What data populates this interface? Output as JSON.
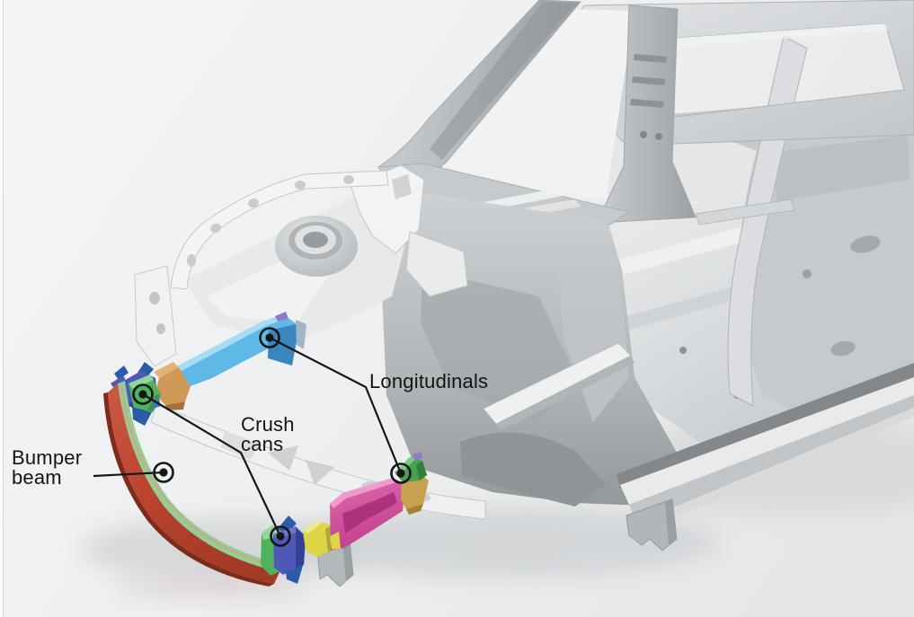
{
  "figure": {
    "description": "Car body-in-white with highlighted front crash structure",
    "background_color": "#eef0f1"
  },
  "annotations": {
    "longitudinals": {
      "label": "Longitudinals"
    },
    "crush_cans": {
      "line1": "Crush",
      "line2": "cans"
    },
    "bumper_beam": {
      "line1": "Bumper",
      "line2": "beam"
    }
  },
  "marker": {
    "color": "#161616"
  },
  "part_colors": {
    "bumper_beam_red": "#c04b36",
    "bumper_beam_dark_edge": "#7e2a1c",
    "bumper_beam_green_strip": "#8ed095",
    "crush_can_indigo": "#4f58b6",
    "crush_can_indigo_dark": "#363f96",
    "crush_can_fin_blue": "#2b5ca8",
    "mount_plate_green": "#4fb25d",
    "mount_plate_green_light": "#8fd79a",
    "mount_plate_green_dark": "#3e9150",
    "longitudinal_left_cyan": "#5fb9e6",
    "longitudinal_left_cyan_side": "#3a86bd",
    "longitudinal_left_cyan_light": "#a8dcf2",
    "longitudinal_section_orange": "#cf9a58",
    "longitudinal_section_orange_light": "#e2b277",
    "longitudinal_section_orange_dark": "#a8713a",
    "longitudinal_right_magenta": "#d94f9f",
    "longitudinal_right_magenta_dark": "#a82c77",
    "longitudinal_right_magenta_light": "#ef9ccd",
    "longitudinal_gold": "#c8a14e",
    "longitudinal_cap_green": "#46a252",
    "bracket_yellow": "#dcd544",
    "bracket_yellow_dark": "#b3a93a",
    "tip_purple": "#8f7ac9"
  }
}
